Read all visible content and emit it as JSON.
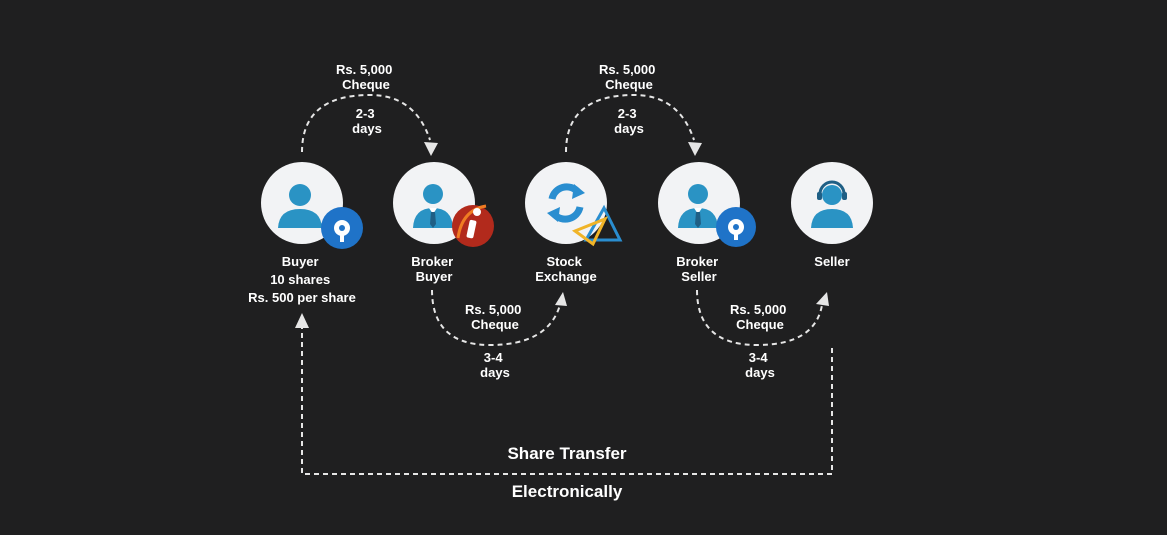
{
  "nodes": [
    {
      "id": "buyer",
      "label_lines": [
        "Buyer",
        "10 shares",
        "Rs. 500 per share"
      ],
      "icon": "person-icon",
      "badge": "sbi-logo"
    },
    {
      "id": "broker-buyer",
      "label_lines": [
        "Broker",
        "Buyer"
      ],
      "icon": "businessman-icon",
      "badge": "icici-logo"
    },
    {
      "id": "stock-exchange",
      "label_lines": [
        "Stock",
        "Exchange"
      ],
      "icon": "exchange-arrows-icon",
      "badge": "exchange-logo"
    },
    {
      "id": "broker-seller",
      "label_lines": [
        "Broker",
        "Seller"
      ],
      "icon": "businessman-icon",
      "badge": "sbi-logo"
    },
    {
      "id": "seller",
      "label_lines": [
        "Seller"
      ],
      "icon": "headset-person-icon",
      "badge": ""
    }
  ],
  "flows": [
    {
      "id": "buyer-to-broker",
      "amount_lines": [
        "Rs. 5,000",
        "Cheque"
      ],
      "duration_lines": [
        "2-3",
        "days"
      ]
    },
    {
      "id": "exchange-to-broker-seller",
      "amount_lines": [
        "Rs. 5,000",
        "Cheque"
      ],
      "duration_lines": [
        "2-3",
        "days"
      ]
    },
    {
      "id": "broker-to-exchange",
      "amount_lines": [
        "Rs. 5,000",
        "Cheque"
      ],
      "duration_lines": [
        "3-4",
        "days"
      ]
    },
    {
      "id": "broker-seller-to-seller",
      "amount_lines": [
        "Rs. 5,000",
        "Cheque"
      ],
      "duration_lines": [
        "3-4",
        "days"
      ]
    }
  ],
  "transfer": {
    "title": "Share Transfer",
    "subtitle": "Electronically"
  },
  "colors": {
    "background": "#1f1f20",
    "circle": "#f2f3f5",
    "person": "#2a93c4",
    "sbi": "#1f73c8",
    "icici": "#b22a1c",
    "icici_accent": "#f07c22",
    "exchange_blue": "#2a8ed0",
    "exchange_gold": "#f0b428"
  }
}
